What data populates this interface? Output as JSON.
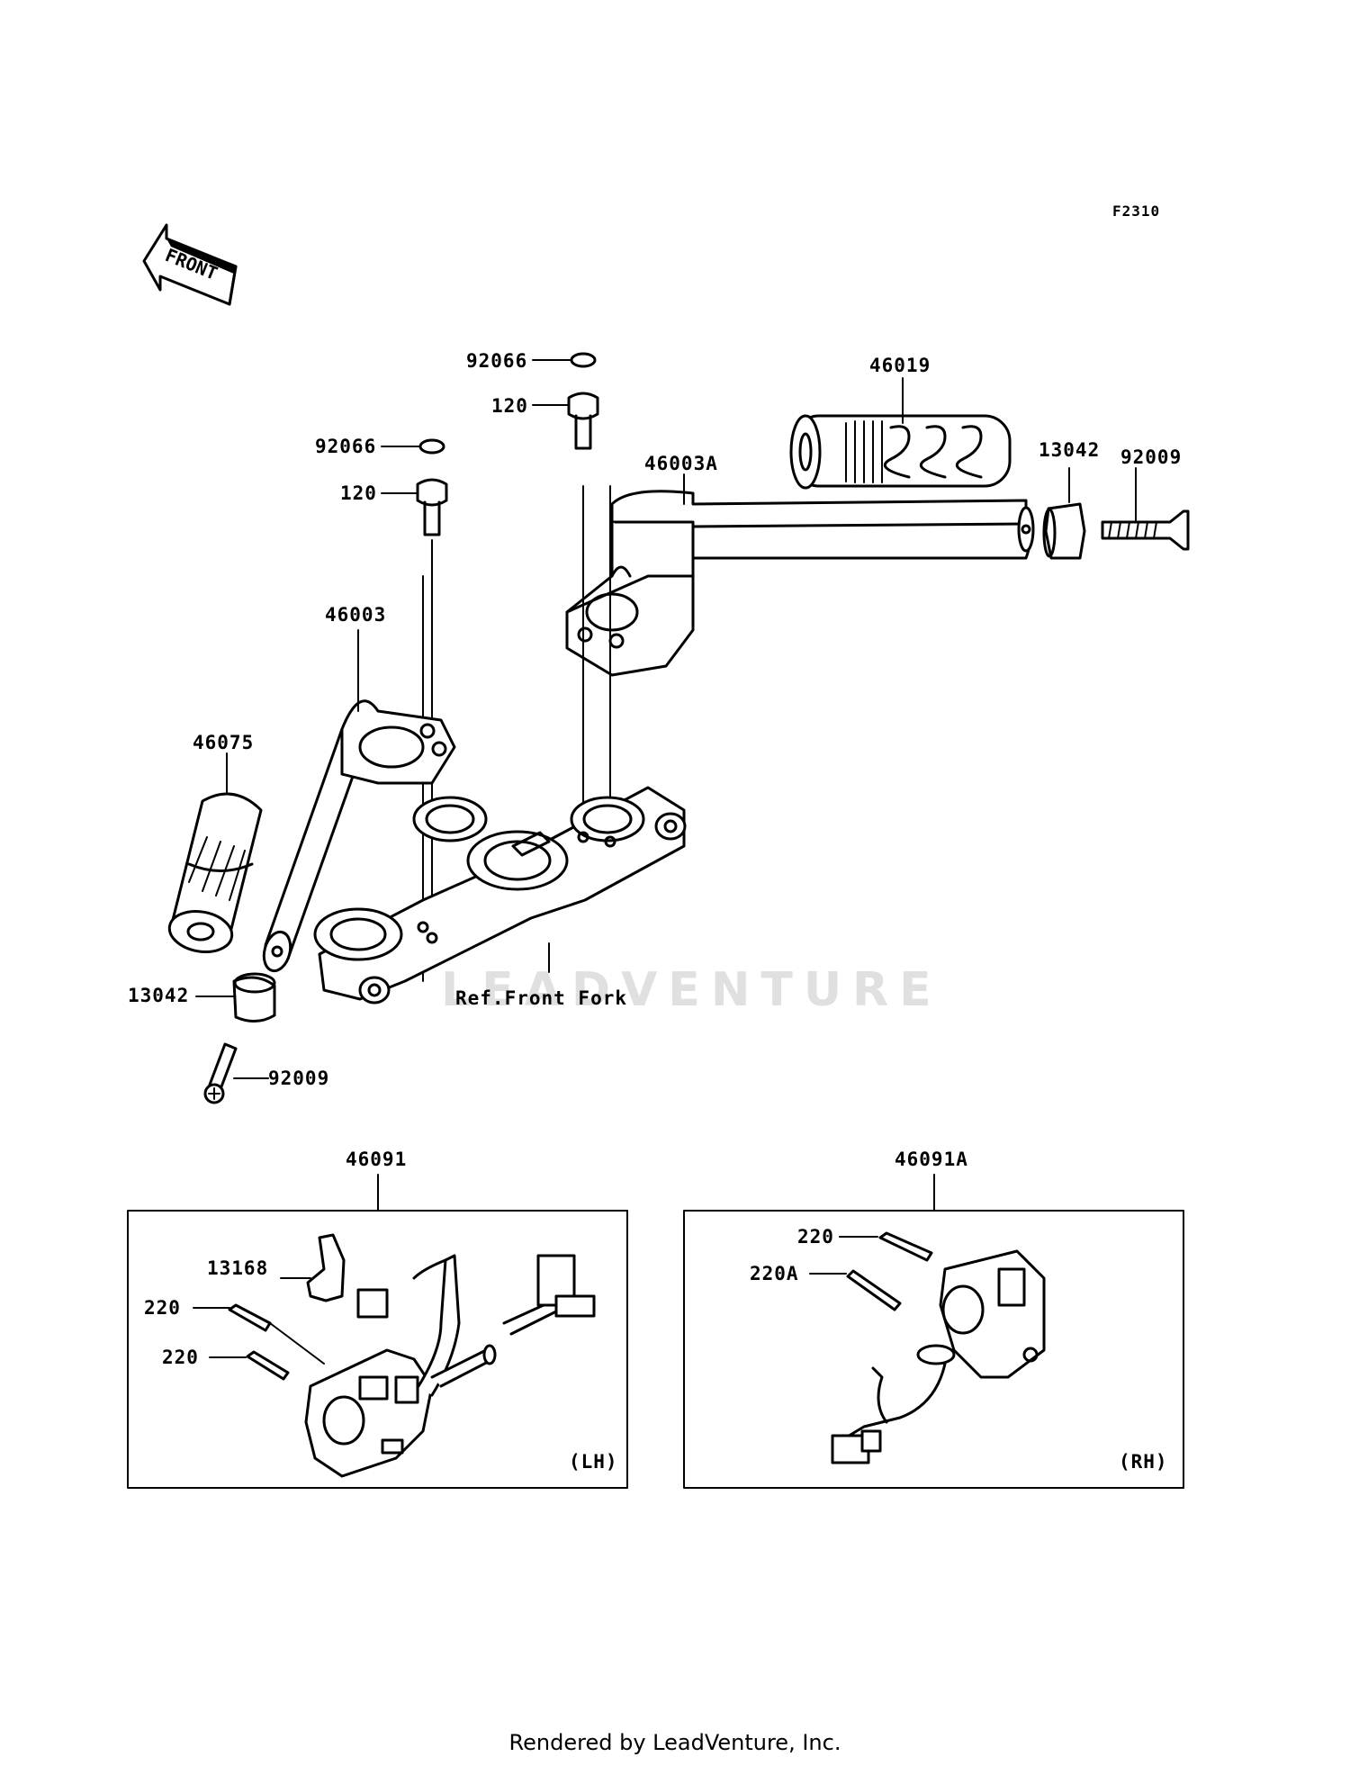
{
  "diagram_code": "F2310",
  "front_arrow_label": "FRONT",
  "watermark": "LEADVENTURE",
  "labels": {
    "p92066_right": "92066",
    "p120_right": "120",
    "p92066_left": "92066",
    "p120_left": "120",
    "p46019": "46019",
    "p46003A": "46003A",
    "p13042_right": "13042",
    "p92009_right": "92009",
    "p46003": "46003",
    "p46075": "46075",
    "ref_front_fork": "Ref.Front Fork",
    "p13042_left": "13042",
    "p92009_left": "92009",
    "p46091": "46091",
    "p46091A": "46091A",
    "p13168": "13168",
    "p220_lh_a": "220",
    "p220_lh_b": "220",
    "lh": "(LH)",
    "p220_rh": "220",
    "p220A_rh": "220A",
    "rh": "(RH)"
  },
  "footer": "Rendered by LeadVenture, Inc."
}
